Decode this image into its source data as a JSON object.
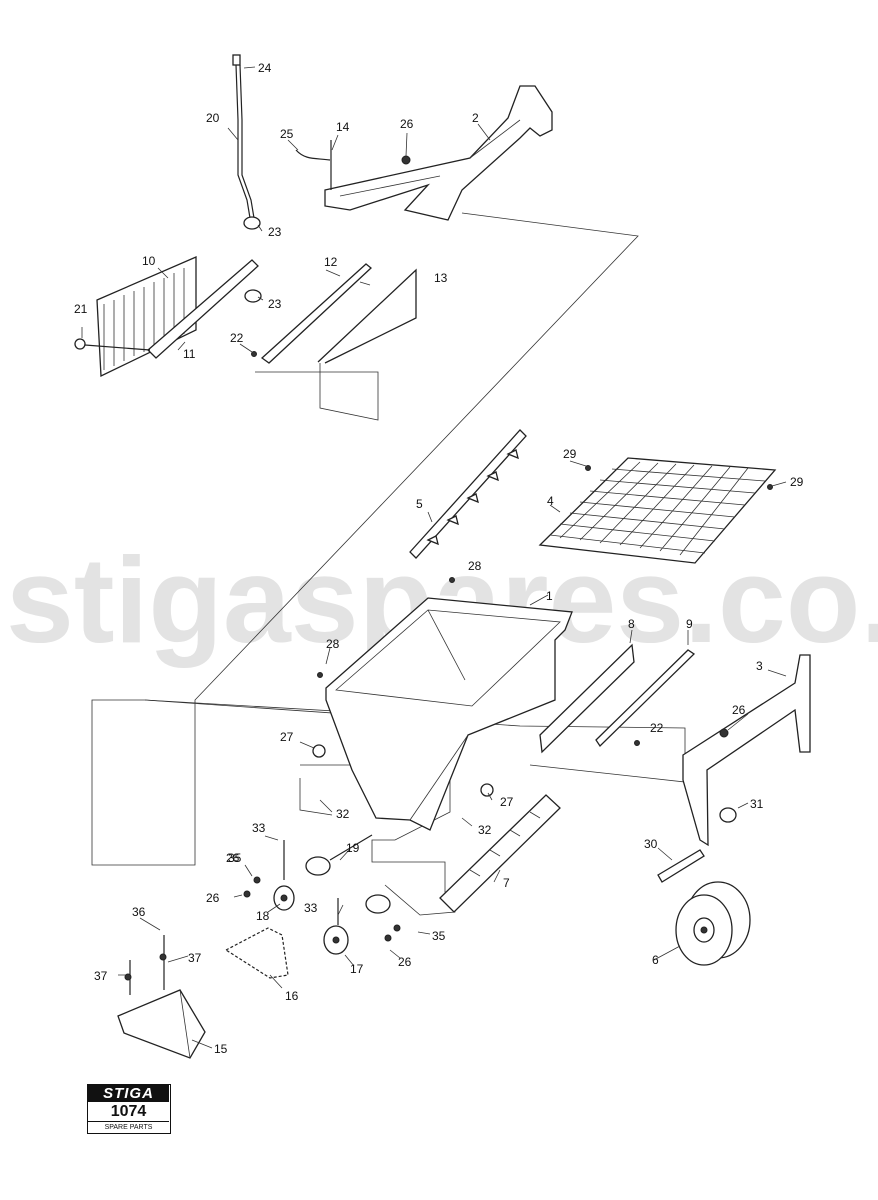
{
  "watermark": "stigaspares.co.uk",
  "logo": {
    "brand": "STIGA",
    "number": "1074",
    "subtitle": "SPARE PARTS"
  },
  "callouts": [
    "1",
    "2",
    "3",
    "4",
    "5",
    "6",
    "7",
    "8",
    "9",
    "10",
    "11",
    "12",
    "13",
    "14",
    "15",
    "16",
    "17",
    "18",
    "19",
    "20",
    "21",
    "22",
    "22",
    "23",
    "23",
    "24",
    "25",
    "26",
    "26",
    "26",
    "26",
    "26",
    "27",
    "27",
    "28",
    "28",
    "29",
    "29",
    "30",
    "31",
    "32",
    "32",
    "33",
    "33",
    "35",
    "35",
    "36",
    "37",
    "37"
  ],
  "colors": {
    "line": "#222222",
    "watermark": "#e3e3e3"
  }
}
